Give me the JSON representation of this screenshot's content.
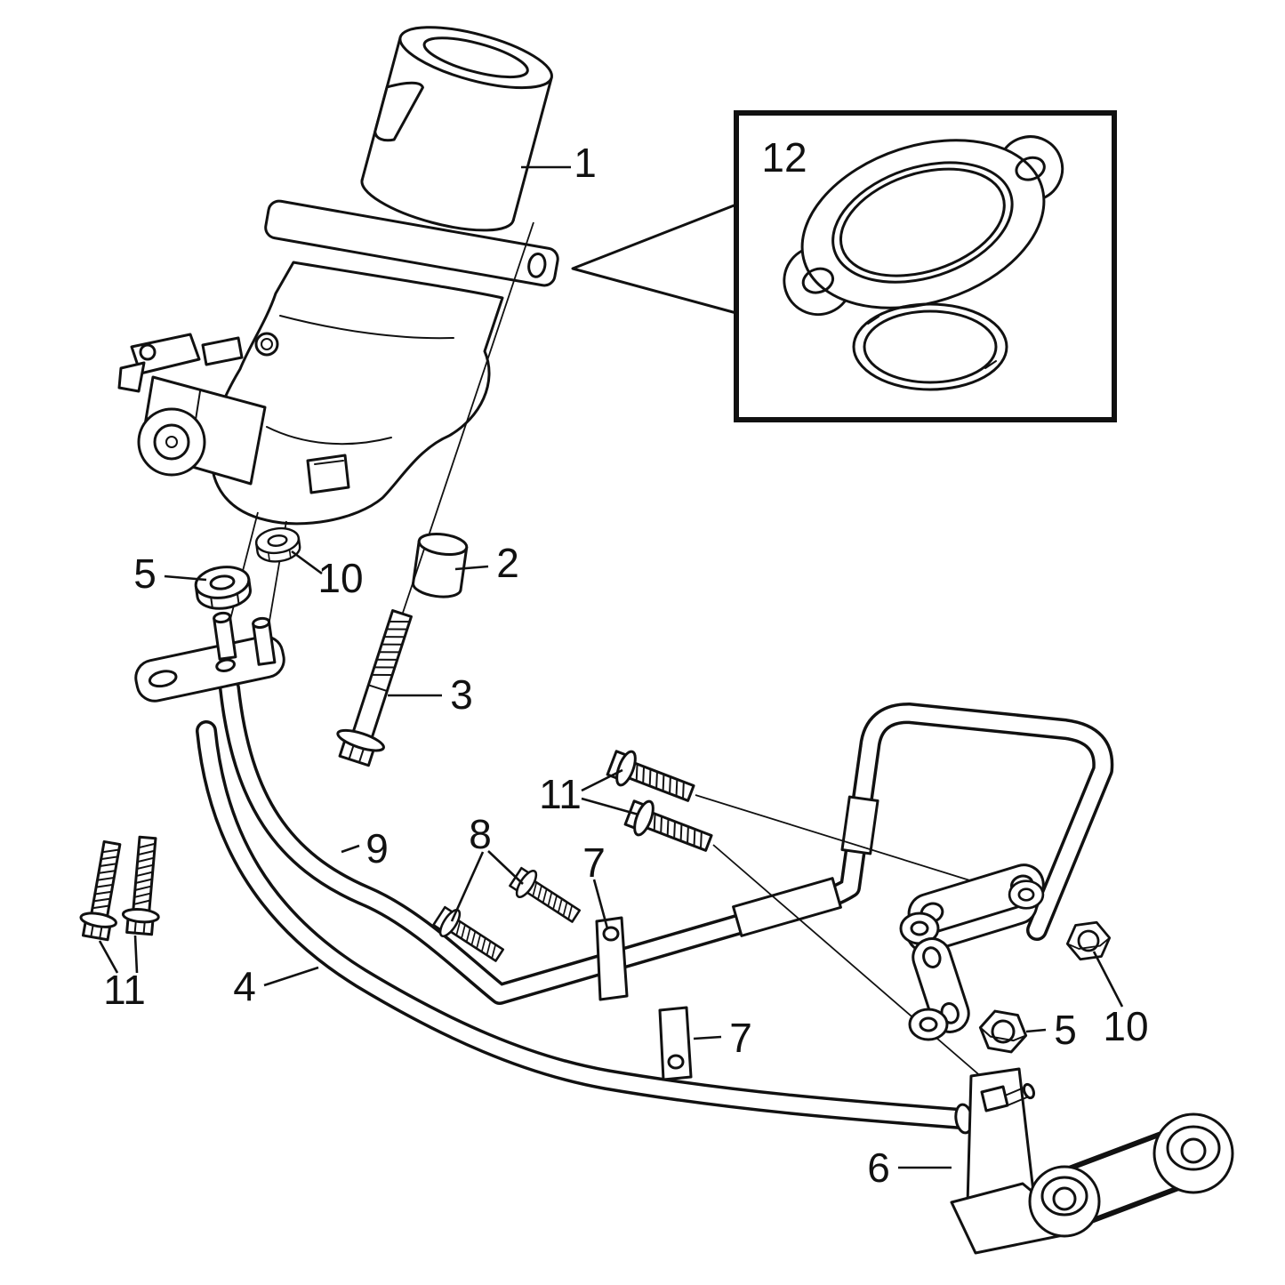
{
  "figure": {
    "type": "exploded-parts-diagram",
    "background": "#ffffff",
    "line_color": "#111111",
    "text_color": "#111111"
  },
  "callouts": {
    "c1": "1",
    "c2": "2",
    "c3": "3",
    "c4": "4",
    "c5_left": "5",
    "c5_right": "5",
    "c6": "6",
    "c7_top": "7",
    "c7_right": "7",
    "c8": "8",
    "c9": "9",
    "c10_left": "10",
    "c10_right": "10",
    "c11_left": "11",
    "c11_mid": "11",
    "c12": "12"
  }
}
